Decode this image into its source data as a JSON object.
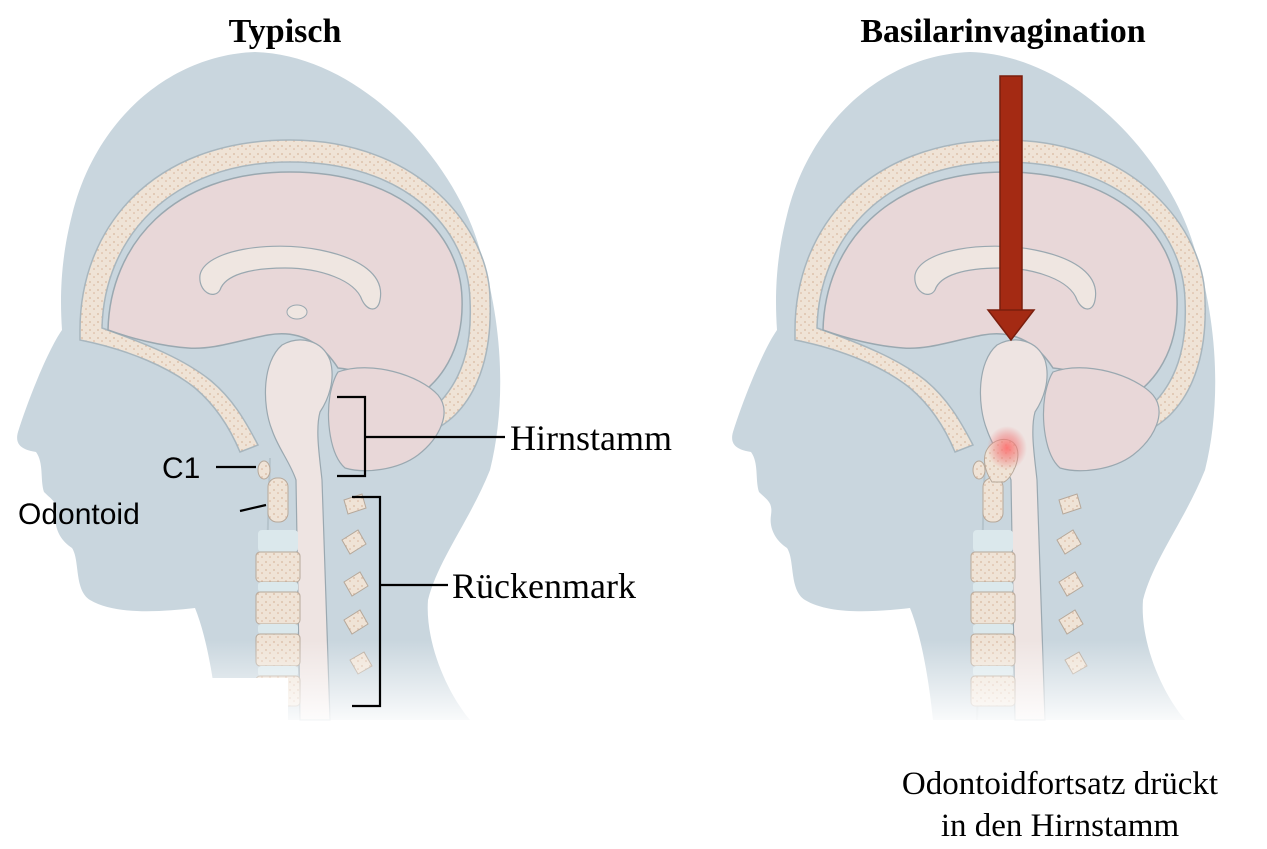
{
  "panels": {
    "typical": {
      "title": "Typisch",
      "labels": {
        "brainstem": "Hirnstamm",
        "c1": "C1",
        "odontoid": "Odontoid",
        "spinal_cord": "Rückenmark"
      }
    },
    "basilar": {
      "title": "Basilarinvagination",
      "caption_line1": "Odontoidfortsatz drückt",
      "caption_line2": "in den Hirnstamm"
    }
  },
  "colors": {
    "head": "#c9d6de",
    "skull": "#efe3d6",
    "brain": "#e8d7d8",
    "brainstem": "#eee4e2",
    "vertebra": "#efe4d6",
    "disc": "#dbe8ec",
    "arrow": "#a42a13",
    "compression": "#e05a5a"
  },
  "icons": {
    "arrow": "down-arrow-icon"
  }
}
